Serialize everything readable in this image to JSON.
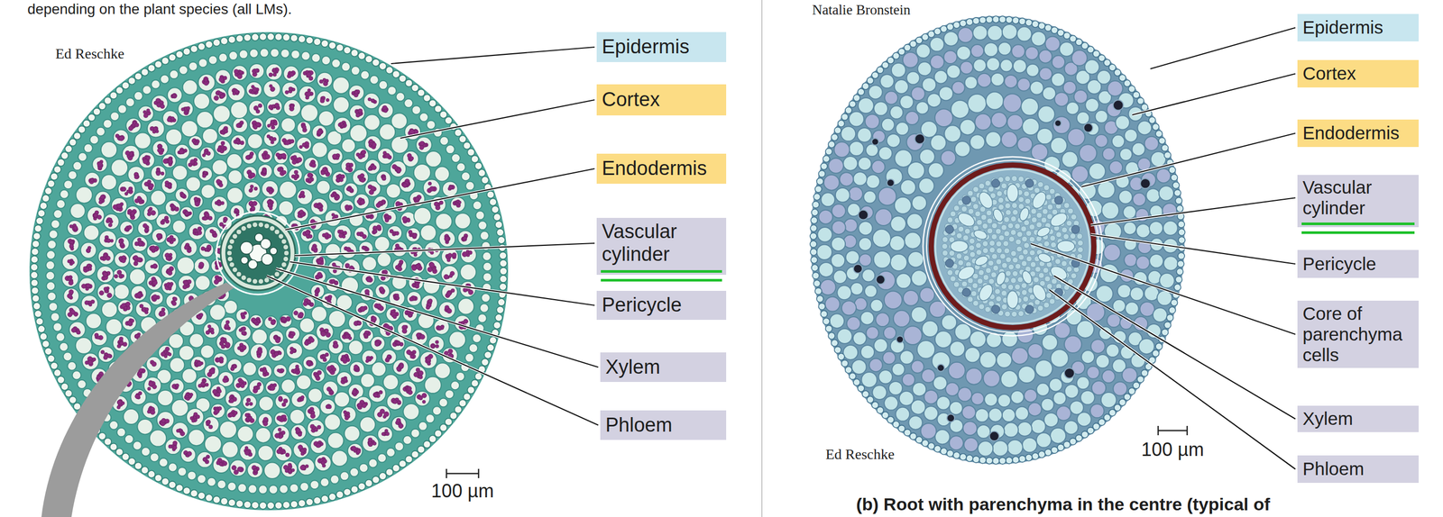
{
  "diagram": {
    "caption": "(b) Root with parenchyma in the centre (typical of",
    "nodes": [
      {
        "text": [
          "Epidermis"
        ]
      },
      {
        "text": [
          "Cortex"
        ]
      },
      {
        "text": [
          "Endodermis"
        ]
      },
      {
        "text": [
          "Vascular cylinder"
        ]
      },
      {
        "text": [
          "Pericycle"
        ]
      },
      {
        "text": [
          "Xylem"
        ]
      },
      {
        "text": [
          "Phloem"
        ]
      },
      {
        "text": [
          "Epidermis"
        ]
      },
      {
        "text": [
          "Cortex"
        ]
      },
      {
        "text": [
          "Endodermis"
        ]
      },
      {
        "text": [
          "Vascular cylinder"
        ]
      },
      {
        "text": [
          "Pericycle"
        ]
      },
      {
        "text": [
          "Core of parenchyma cells"
        ]
      },
      {
        "text": [
          "Xylem"
        ]
      },
      {
        "text": [
          "Phloem"
        ]
      }
    ],
    "labels": [
      "depending on the plant species (all LMs).",
      "Ed Reschke",
      "100 µm",
      "Natalie Bronstein",
      "Ed Reschke",
      "100 µm"
    ]
  }
}
